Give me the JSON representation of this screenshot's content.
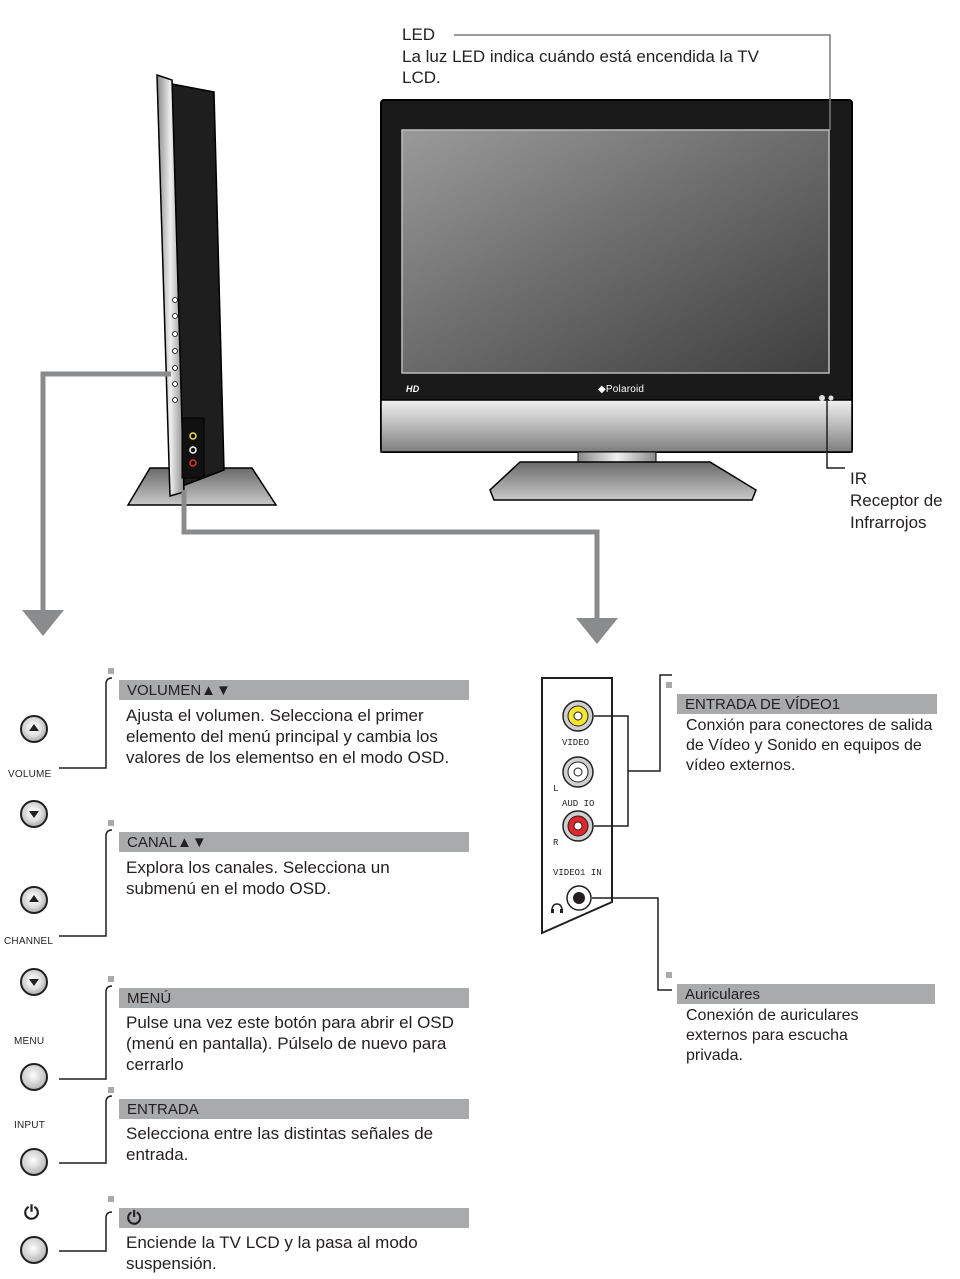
{
  "top": {
    "led_title": "LED",
    "led_desc": "La luz LED indica cuándo está encendida la TV LCD.",
    "ir_title": "IR",
    "ir_desc_line1": "Receptor de",
    "ir_desc_line2": "Infrarrojos",
    "brand": "◆Polaroid",
    "hd_logo": "HD"
  },
  "buttons": {
    "volume_label": "VOLUME",
    "channel_label": "CHANNEL",
    "menu_label": "MENU",
    "input_label": "INPUT",
    "power_label": "⏻"
  },
  "sections": {
    "volume": {
      "title": "VOLUMEN▲▼",
      "desc": "Ajusta el volumen. Selecciona el primer elemento del menú principal y cambia los valores de los elementso en el modo OSD."
    },
    "channel": {
      "title": "CANAL▲▼",
      "desc": "Explora los canales. Selecciona un submenú en el modo OSD."
    },
    "menu": {
      "title": "MENÚ",
      "desc": "Pulse una vez este botón para abrir el OSD (menú en pantalla). Púlselo de nuevo para cerrarlo"
    },
    "input": {
      "title": "ENTRADA",
      "desc": "Selecciona entre las distintas señales de entrada."
    },
    "power": {
      "title": "⏻",
      "desc": "Enciende la TV LCD y la pasa al modo suspensión."
    },
    "video1": {
      "title": "ENTRADA DE VÍDEO1",
      "desc": "Conxión para conectores de salida de Vídeo y Sonido en equipos de vídeo externos."
    },
    "headphones": {
      "title": "Auriculares",
      "desc": "Conexión de auriculares externos para escucha privada."
    }
  },
  "panel": {
    "video_label": "VIDEO",
    "l_label": "L",
    "audio_label": "AUD IO",
    "r_label": "R",
    "video1_in_label": "VIDEO1  IN"
  }
}
